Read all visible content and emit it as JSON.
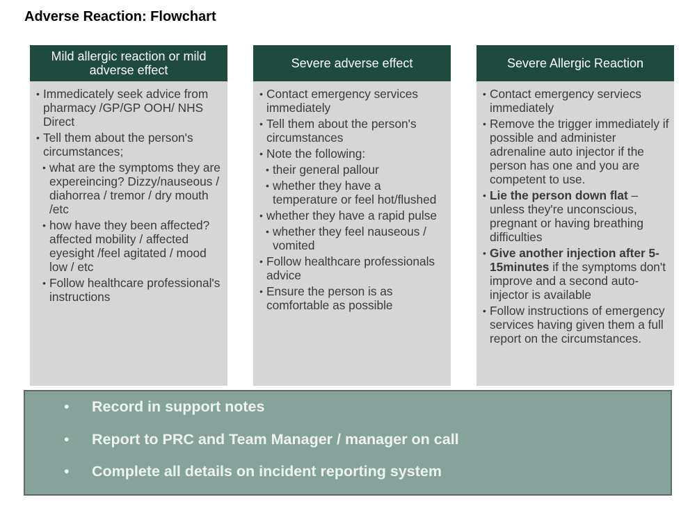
{
  "title": "Adverse Reaction: Flowchart",
  "columns": [
    {
      "header": "Mild allergic reaction or mild adverse effect",
      "items": [
        {
          "text": "Immedicately seek advice from pharmacy /GP/GP OOH/ NHS Direct"
        },
        {
          "text": "Tell them about the person's circumstances;"
        },
        {
          "text": "what are the symptoms they are expereincing? Dizzy/nauseous / diahorrea / tremor / dry mouth /etc"
        },
        {
          "text": "how have they been affected? affected mobility / affected eyesight /feel agitated / mood low / etc"
        },
        {
          "text": "Follow healthcare professional's instructions"
        }
      ]
    },
    {
      "header": "Severe adverse effect",
      "items": [
        {
          "text": "Contact emergency services immediately"
        },
        {
          "text": "Tell them about the person's circumstances"
        },
        {
          "text": "Note the following:"
        },
        {
          "text": "their general pallour"
        },
        {
          "text": "whether they have a temperature or feel hot/flushed"
        },
        {
          "text": "whether they have a rapid pulse"
        },
        {
          "text": "whether they feel nauseous / vomited"
        },
        {
          "text": "Follow healthcare professionals advice"
        },
        {
          "text": " Ensure the person is as comfortable as possible"
        }
      ]
    },
    {
      "header": "Severe Allergic Reaction",
      "items": [
        {
          "text": "Contact emergency serviecs immediately"
        },
        {
          "text": "Remove the trigger immediately if possible and administer adrenaline auto injector if the person has one and you are competent to use."
        },
        {
          "lead": "Lie the person down flat",
          "text": " – unless they're unconscious, pregnant or having breathing difficulties"
        },
        {
          "lead": "Give another injection after 5-15minutes",
          "text": " if the symptoms don't improve and a second auto-injector is available"
        },
        {
          "text": "Follow instructions of emergency services having given them a full report on the circumstances."
        }
      ]
    }
  ],
  "footer": {
    "bullet": "•",
    "items": [
      "Record in support notes",
      "Report to PRC and Team Manager / manager on call",
      "Complete all details on incident reporting system"
    ]
  },
  "colors": {
    "header_bg": "#1e4a3f",
    "column_bg": "#d6d6d6",
    "footer_bg": "#86a39b",
    "footer_border": "#5e6a67"
  }
}
